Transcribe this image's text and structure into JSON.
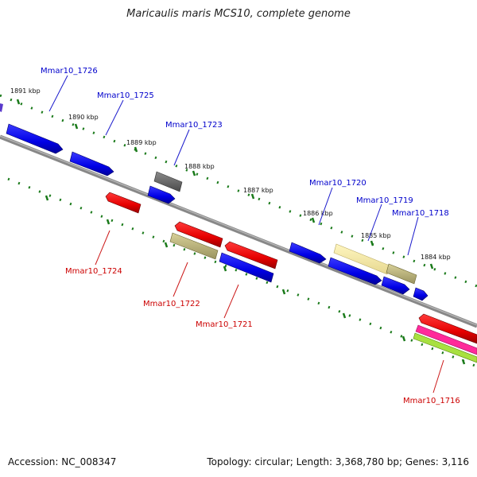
{
  "title": "Maricaulis maris MCS10, complete genome",
  "footer": {
    "accession": "Accession: NC_008347",
    "summary": "Topology: circular; Length: 3,368,780 bp; Genes: 3,116"
  },
  "colors": {
    "forward_label": "#0000cc",
    "reverse_label": "#cc0000",
    "backbone": "#777777",
    "tick": "#1a7a1a"
  },
  "kbp_labels": [
    "1891 kbp",
    "1890 kbp",
    "1889 kbp",
    "1888 kbp",
    "1887 kbp",
    "1886 kbp",
    "1885 kbp",
    "1884 kbp"
  ],
  "genes": [
    {
      "name": "Mmar10_1726",
      "strand": "forward"
    },
    {
      "name": "Mmar10_1725",
      "strand": "forward"
    },
    {
      "name": "Mmar10_1723",
      "strand": "forward"
    },
    {
      "name": "Mmar10_1720",
      "strand": "forward"
    },
    {
      "name": "Mmar10_1719",
      "strand": "forward"
    },
    {
      "name": "Mmar10_1718",
      "strand": "forward"
    },
    {
      "name": "Mmar10_1724",
      "strand": "reverse"
    },
    {
      "name": "Mmar10_1722",
      "strand": "reverse"
    },
    {
      "name": "Mmar10_1721",
      "strand": "reverse"
    },
    {
      "name": "Mmar10_1716",
      "strand": "reverse"
    }
  ]
}
